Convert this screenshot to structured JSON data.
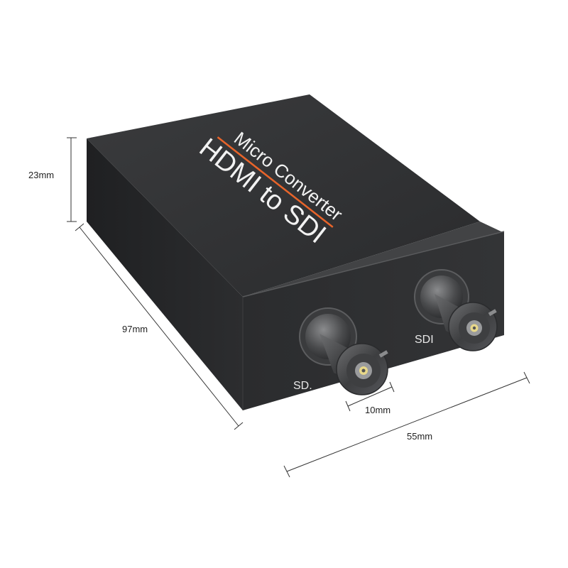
{
  "product": {
    "logo_line1": "Micro Converter",
    "logo_line2": "HDMI to SDI",
    "accent_color": "#e8642a",
    "body_color": "#2e2f31"
  },
  "ports": {
    "left_label": "SD.",
    "right_label": "SDI"
  },
  "dimensions": {
    "height": "23mm",
    "length": "97mm",
    "width": "55mm",
    "connector_spacing": "10mm"
  }
}
